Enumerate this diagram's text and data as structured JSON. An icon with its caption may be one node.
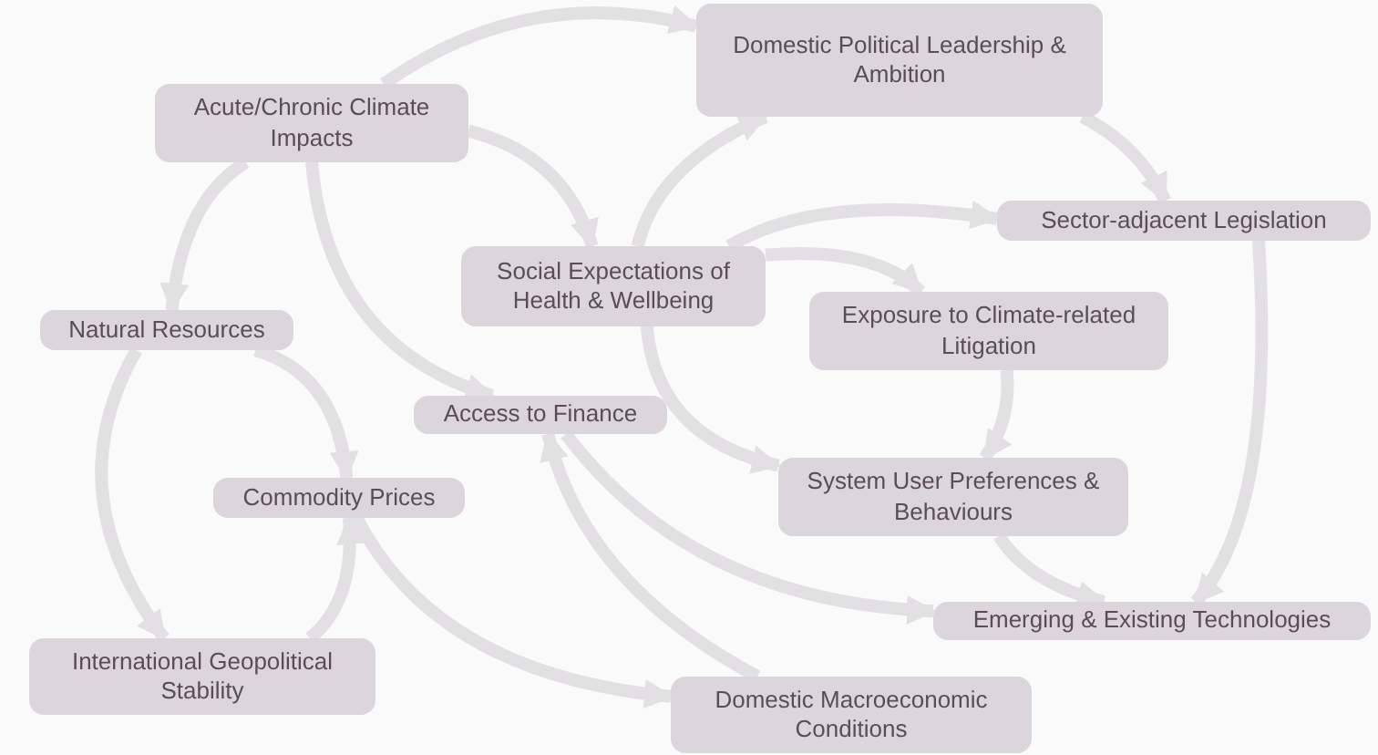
{
  "diagram": {
    "nodes": [
      {
        "text": [
          "Acute/Chronic Climate Impacts"
        ]
      },
      {
        "text": [
          "Domestic Political Leadership & Ambition"
        ]
      },
      {
        "text": [
          "Sector-adjacent Legislation"
        ]
      },
      {
        "text": [
          "Social Expectations of Health & Wellbeing"
        ]
      },
      {
        "text": [
          "Natural Resources"
        ]
      },
      {
        "text": [
          "Exposure to Climate-related Litigation"
        ]
      },
      {
        "text": [
          "Access to Finance"
        ]
      },
      {
        "text": [
          "Commodity Prices"
        ]
      },
      {
        "text": [
          "System User Preferences & Behaviours"
        ]
      },
      {
        "text": [
          "Emerging & Existing Technologies"
        ]
      },
      {
        "text": [
          "International Geopolitical Stability"
        ]
      },
      {
        "text": [
          "Domestic Macroeconomic Conditions"
        ]
      }
    ],
    "edges": [
      {
        "from": 0,
        "to": 1,
        "arrow": "to"
      },
      {
        "from": 0,
        "to": 3,
        "arrow": "to"
      },
      {
        "from": 0,
        "to": 4,
        "arrow": "to"
      },
      {
        "from": 0,
        "to": 6,
        "arrow": "to"
      },
      {
        "from": 3,
        "to": 1,
        "arrow": "to"
      },
      {
        "from": 3,
        "to": 2,
        "arrow": "to"
      },
      {
        "from": 3,
        "to": 5,
        "arrow": "to"
      },
      {
        "from": 3,
        "to": 8,
        "arrow": "to"
      },
      {
        "from": 1,
        "to": 2,
        "arrow": "to"
      },
      {
        "from": 2,
        "to": 9,
        "arrow": "to"
      },
      {
        "from": 5,
        "to": 8,
        "arrow": "to"
      },
      {
        "from": 8,
        "to": 9,
        "arrow": "to"
      },
      {
        "from": 4,
        "to": 7,
        "arrow": "to"
      },
      {
        "from": 4,
        "to": 10,
        "arrow": "to"
      },
      {
        "from": 10,
        "to": 7,
        "arrow": "to"
      },
      {
        "from": 7,
        "to": 11,
        "arrow": "to"
      },
      {
        "from": 6,
        "to": 9,
        "arrow": "to"
      },
      {
        "from": 11,
        "to": 6,
        "arrow": "to"
      }
    ]
  }
}
